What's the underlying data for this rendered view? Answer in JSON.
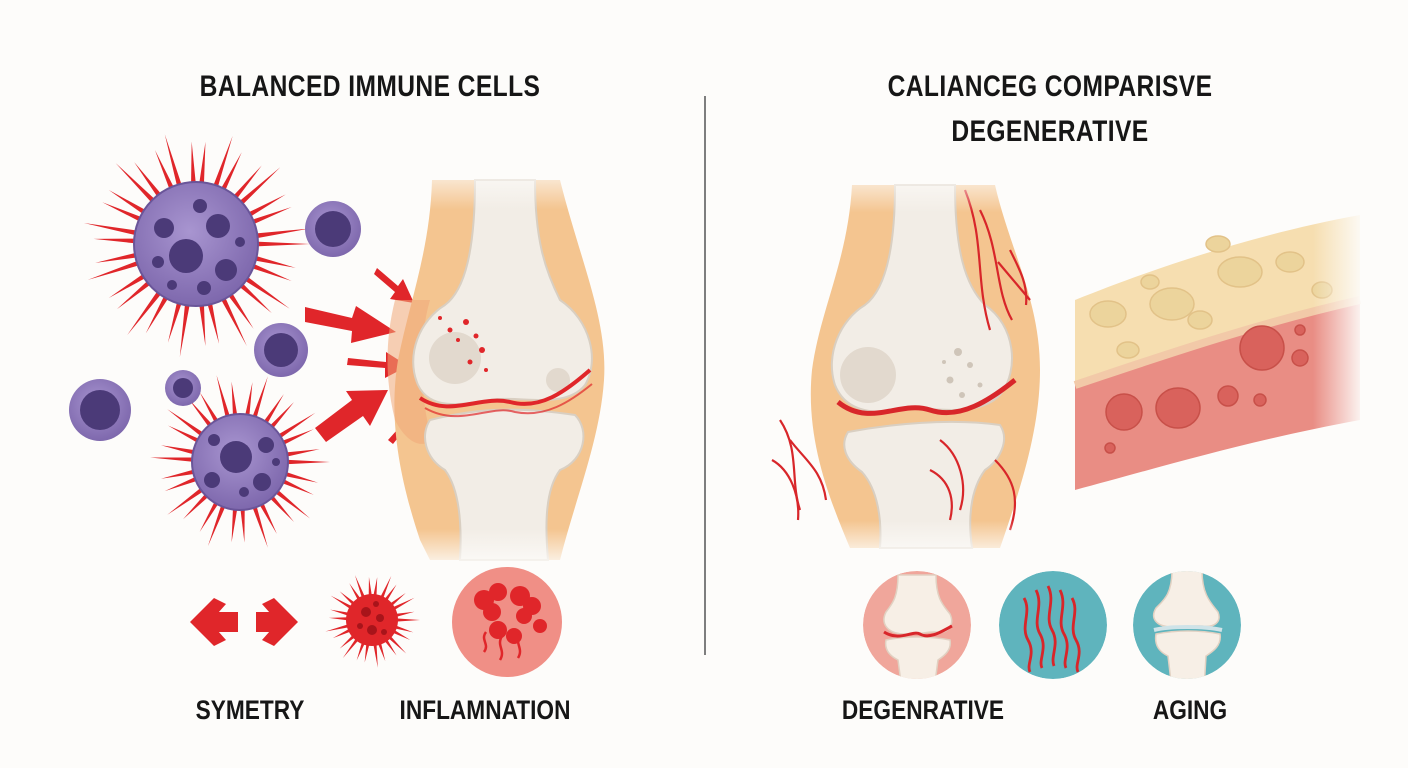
{
  "left_panel": {
    "title": "BALANCED IMMUNE CELLS",
    "labels": {
      "symmetry": "SYMETRY",
      "inflammation": "INFLAMNATION"
    }
  },
  "right_panel": {
    "title_line1": "CALIANCEG COMPARISVE",
    "title_line2": "DEGENERATIVE",
    "labels": {
      "degenerative": "DEGENRATIVE",
      "aging": "AGING"
    }
  },
  "colors": {
    "background": "#fdfcfa",
    "accent_red": "#e0262a",
    "immune_purple": "#8872b6",
    "skin": "#f4c590",
    "bone": "#f2ede6",
    "teal": "#5fb4bd",
    "text": "#161616"
  }
}
